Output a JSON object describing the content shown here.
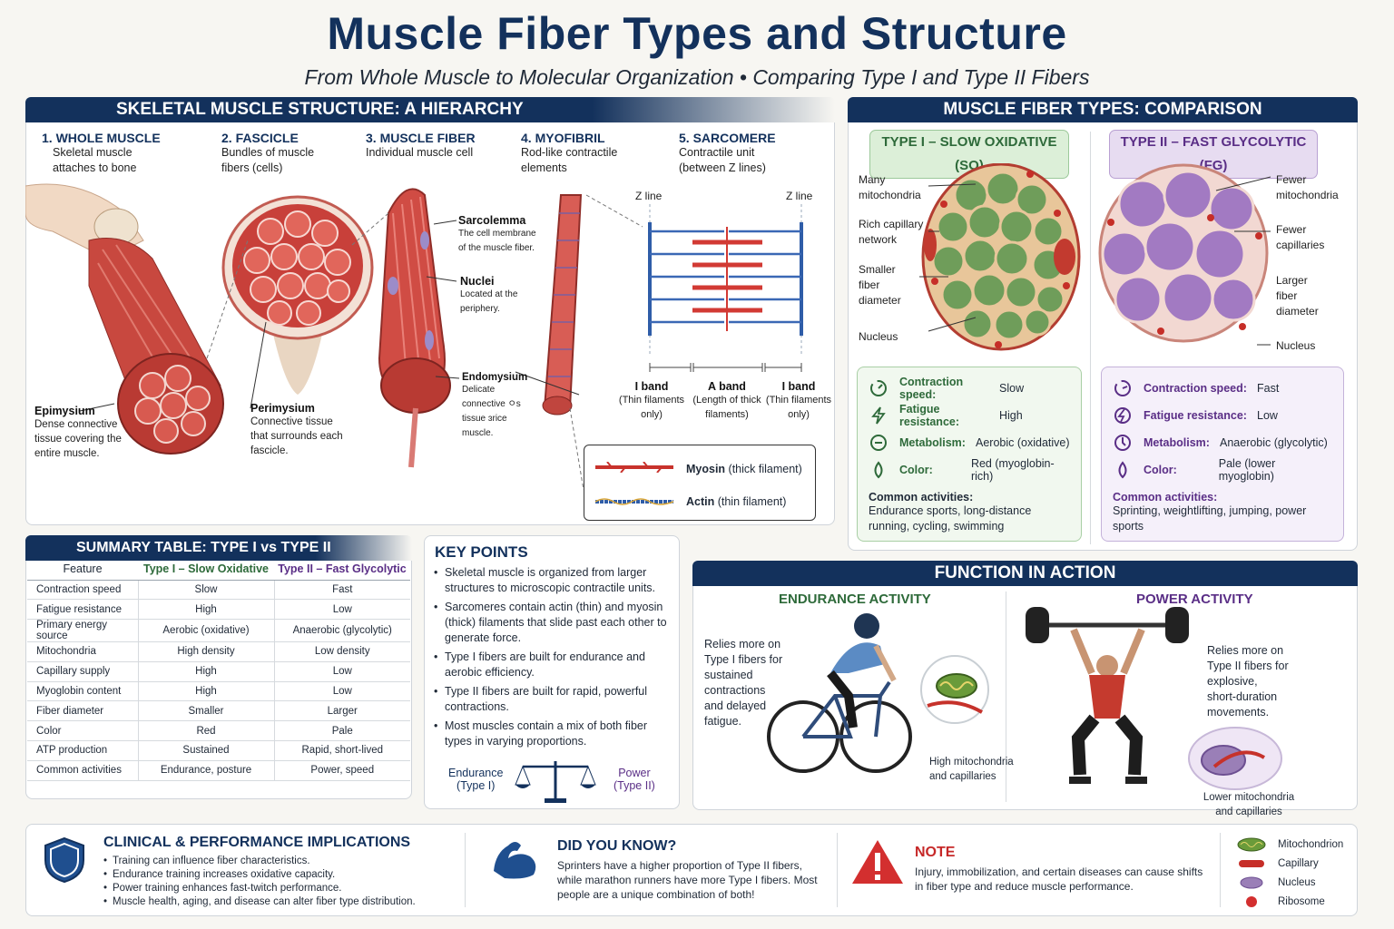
{
  "header": {
    "title": "Muscle Fiber Types and Structure",
    "subtitle": "From Whole Muscle to Molecular Organization  •  Comparing Type I and Type II Fibers"
  },
  "hierarchy": {
    "banner": "SKELETAL MUSCLE STRUCTURE: A HIERARCHY",
    "steps": [
      {
        "title": "1. WHOLE MUSCLE",
        "desc": "Skeletal muscle attaches to bone"
      },
      {
        "title": "2. FASCICLE",
        "desc": "Bundles of muscle fibers (cells)"
      },
      {
        "title": "3. MUSCLE FIBER",
        "desc": "Individual muscle cell"
      },
      {
        "title": "4. MYOFIBRIL",
        "desc": "Rod-like contractile elements"
      },
      {
        "title": "5. SARCOMERE",
        "desc": "Contractile unit (between Z lines)"
      }
    ],
    "epimysium": {
      "title": "Epimysium",
      "desc": "Dense connective tissue covering the entire muscle."
    },
    "perimysium": {
      "title": "Perimysium",
      "desc": "Connective tissue that surrounds each fascicle."
    },
    "sarcolemma": {
      "title": "Sarcolemma",
      "desc": "The cell membrane of the muscle fiber."
    },
    "nuclei": {
      "title": "Nuclei",
      "desc": "Located at the periphery."
    },
    "endomysium": {
      "title": "Endomysium",
      "desc": "Delicate connective ㅇs tissue ɜrice muscle."
    },
    "z_line_left": "Z line",
    "z_line_right": "Z line",
    "i_band_left": {
      "title": "I band",
      "desc": "(Thin filaments only)"
    },
    "a_band": {
      "title": "A band",
      "desc": "(Length of thick filaments)"
    },
    "i_band_right": {
      "title": "I band",
      "desc": "(Thin filaments only)"
    },
    "legend": {
      "myosin_b": "Myosin",
      "myosin_r": " (thick filament)",
      "actin_b": "Actin",
      "actin_r": " (thin filament)"
    }
  },
  "comparison": {
    "banner": "MUSCLE FIBER TYPES: COMPARISON",
    "type1": {
      "pill": "TYPE I – SLOW OXIDATIVE (SO)",
      "color": "#3d7a46",
      "labels": [
        "Many mitochondria",
        "Rich capillary network",
        "Smaller fiber diameter",
        "Nucleus"
      ],
      "props": [
        {
          "k": "Contraction speed:",
          "v": "Slow"
        },
        {
          "k": "Fatigue resistance:",
          "v": "High"
        },
        {
          "k": "Metabolism:",
          "v": "Aerobic (oxidative)"
        },
        {
          "k": "Color:",
          "v": "Red (myoglobin-rich)"
        }
      ],
      "common_title": "Common activities:",
      "common": "Endurance sports, long-distance running, cycling, swimming"
    },
    "type2": {
      "pill": "TYPE II – FAST GLYCOLYTIC (FG)",
      "color": "#6b3f94",
      "labels": [
        "Fewer mitochondria",
        "Fewer capillaries",
        "Larger fiber diameter",
        "Nucleus"
      ],
      "props": [
        {
          "k": "Contraction speed:",
          "v": "Fast"
        },
        {
          "k": "Fatigue resistance:",
          "v": "Low"
        },
        {
          "k": "Metabolism:",
          "v": "Anaerobic (glycolytic)"
        },
        {
          "k": "Color:",
          "v": "Pale (lower myoglobin)"
        }
      ],
      "common_title": "Common activities:",
      "common": "Sprinting, weightlifting, jumping, power sports"
    }
  },
  "summary": {
    "banner": "SUMMARY TABLE: TYPE I vs TYPE II",
    "headers": [
      "Feature",
      "Type I – Slow Oxidative",
      "Type II – Fast Glycolytic"
    ],
    "rows": [
      [
        "Contraction speed",
        "Slow",
        "Fast"
      ],
      [
        "Fatigue resistance",
        "High",
        "Low"
      ],
      [
        "Primary energy source",
        "Aerobic (oxidative)",
        "Anaerobic (glycolytic)"
      ],
      [
        "Mitochondria",
        "High density",
        "Low density"
      ],
      [
        "Capillary supply",
        "High",
        "Low"
      ],
      [
        "Myoglobin content",
        "High",
        "Low"
      ],
      [
        "Fiber diameter",
        "Smaller",
        "Larger"
      ],
      [
        "Color",
        "Red",
        "Pale"
      ],
      [
        "ATP production",
        "Sustained",
        "Rapid, short-lived"
      ],
      [
        "Common activities",
        "Endurance, posture",
        "Power, speed"
      ]
    ]
  },
  "key_points": {
    "title": "KEY POINTS",
    "items": [
      "Skeletal muscle is organized from larger structures to microscopic contractile units.",
      "Sarcomeres contain actin (thin) and myosin (thick) filaments that slide past each other to generate force.",
      "Type I fibers are built for endurance and aerobic efficiency.",
      "Type II fibers are built for rapid, powerful contractions.",
      "Most muscles contain a mix of both fiber types in varying proportions."
    ],
    "endurance": "Endurance",
    "endurance_sub": "(Type I)",
    "power": "Power",
    "power_sub": "(Type II)"
  },
  "function": {
    "banner": "FUNCTION IN ACTION",
    "endurance_title": "ENDURANCE ACTIVITY",
    "endurance_text": "Relies more on Type I fibers for sustained contractions and delayed fatigue.",
    "endurance_caption": "High mitochondria and capillaries",
    "power_title": "POWER ACTIVITY",
    "power_text": "Relies more on Type II fibers for explosive, short-duration movements.",
    "power_caption": "Lower mitochondria and capillaries"
  },
  "bottom": {
    "clinical_title": "CLINICAL & PERFORMANCE IMPLICATIONS",
    "clinical_items": [
      "Training can influence fiber characteristics.",
      "Endurance training increases oxidative capacity.",
      "Power training enhances fast-twitch performance.",
      "Muscle health, aging, and disease can alter fiber type distribution."
    ],
    "dyk_title": "DID YOU KNOW?",
    "dyk_text": "Sprinters have a higher proportion of Type II fibers, while marathon runners have more Type I fibers. Most people are a unique combination of both!",
    "note_title": "NOTE",
    "note_text": "Injury, immobilization, and certain diseases can cause shifts in fiber type and reduce muscle performance.",
    "legend": [
      "Mitochondrion",
      "Capillary",
      "Nucleus",
      "Ribosome"
    ]
  }
}
